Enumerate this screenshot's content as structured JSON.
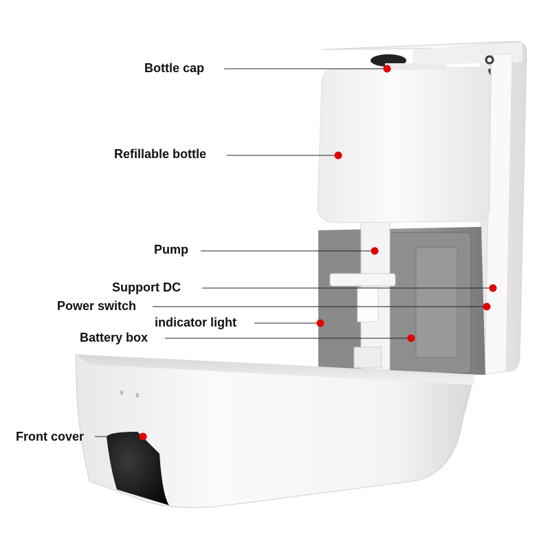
{
  "callouts": [
    {
      "id": "bottle-cap",
      "label": "Bottle cap"
    },
    {
      "id": "refillable-bottle",
      "label": "Refillable bottle"
    },
    {
      "id": "pump",
      "label": "Pump"
    },
    {
      "id": "support-dc",
      "label": "Support DC"
    },
    {
      "id": "power-switch",
      "label": "Power switch"
    },
    {
      "id": "indicator-light",
      "label": "indicator light"
    },
    {
      "id": "battery-box",
      "label": "Battery box"
    },
    {
      "id": "front-cover",
      "label": "Front cover"
    }
  ],
  "colors": {
    "marker": "#e00000",
    "leader_line": "#222222",
    "text": "#111111",
    "housing": "#f2f2f2",
    "bottle": "#f7f7f5",
    "battery_box": "#8c8c8c"
  }
}
